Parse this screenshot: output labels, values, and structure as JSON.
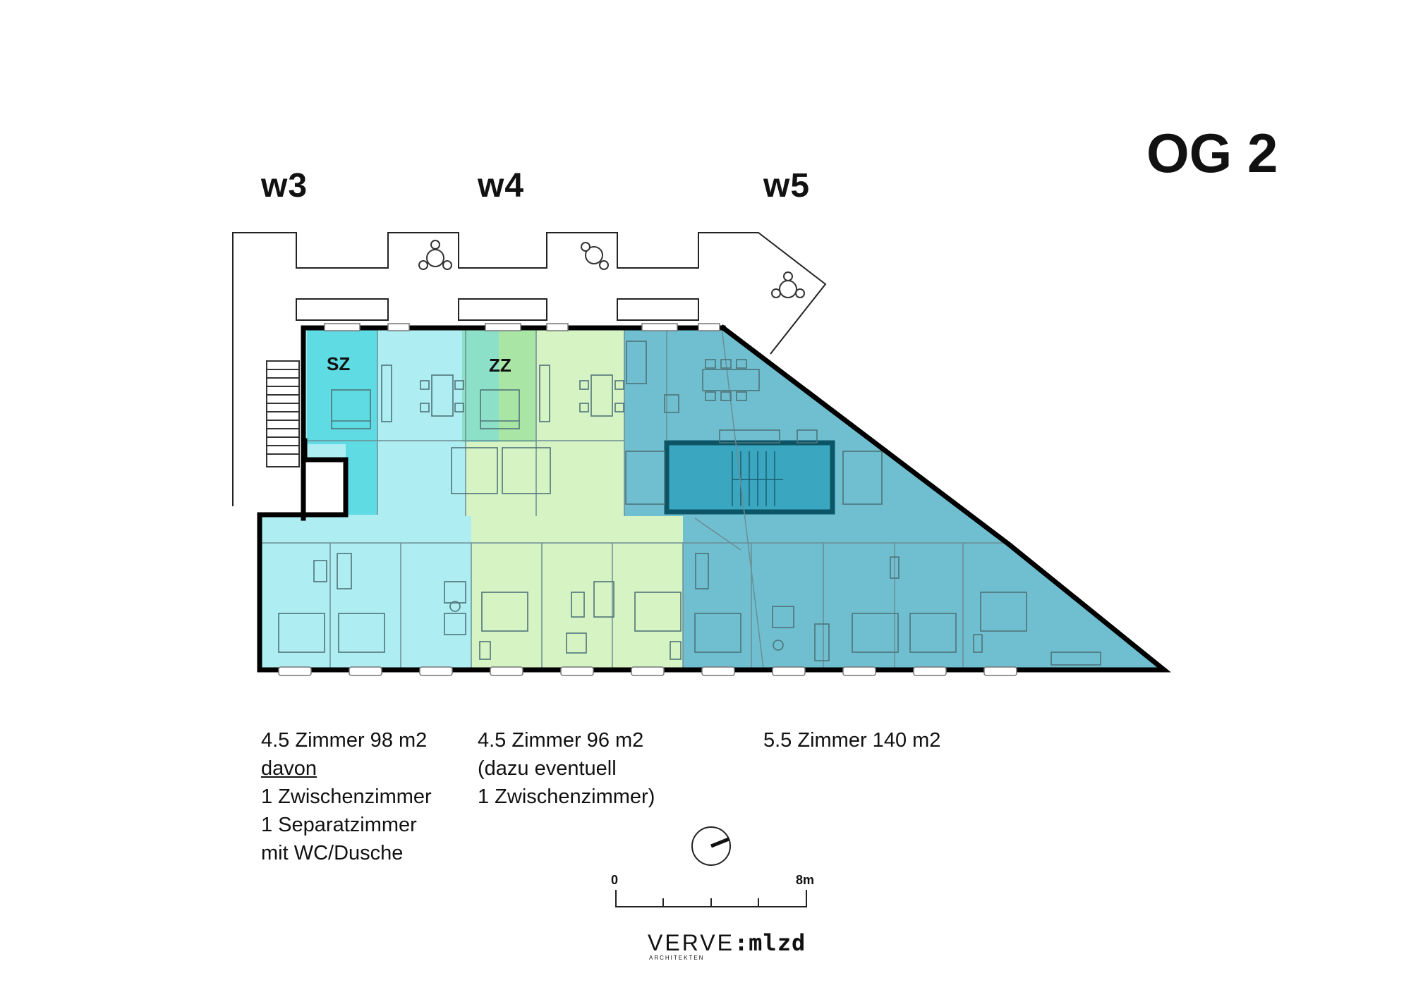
{
  "floor_title": "OG 2",
  "units": [
    {
      "id": "w3",
      "label": "w3",
      "color": "#8fe3ea",
      "description": [
        "4.5 Zimmer 98 m2",
        "davon",
        "1 Zwischenzimmer",
        "1 Separatzimmer",
        "mit WC/Dusche"
      ],
      "underlined_line": 1
    },
    {
      "id": "w4",
      "label": "w4",
      "color": "#cdeeb8",
      "description": [
        "4.5 Zimmer 96 m2",
        "(dazu eventuell",
        "1 Zwischenzimmer)"
      ]
    },
    {
      "id": "w5",
      "label": "w5",
      "color": "#4fb3c8",
      "description": [
        "5.5 Zimmer 140 m2"
      ]
    }
  ],
  "room_tags": {
    "sz": "SZ",
    "zz": "ZZ"
  },
  "scale_bar": {
    "start": "0",
    "end": "8m"
  },
  "logo": {
    "brand_left": "VERVE",
    "separator": ":",
    "brand_right": "mlzd",
    "sub": "ARCHITEKTEN"
  },
  "colors": {
    "w3_fill": "#aeeef2",
    "w4_fill": "#d6f3c4",
    "w5_fill": "#6fbfd1",
    "sz_fill": "#5fdbe4",
    "zz_fill": "#a9e6a6",
    "stair_fill": "#3aa6bf",
    "wall": "#000000"
  }
}
